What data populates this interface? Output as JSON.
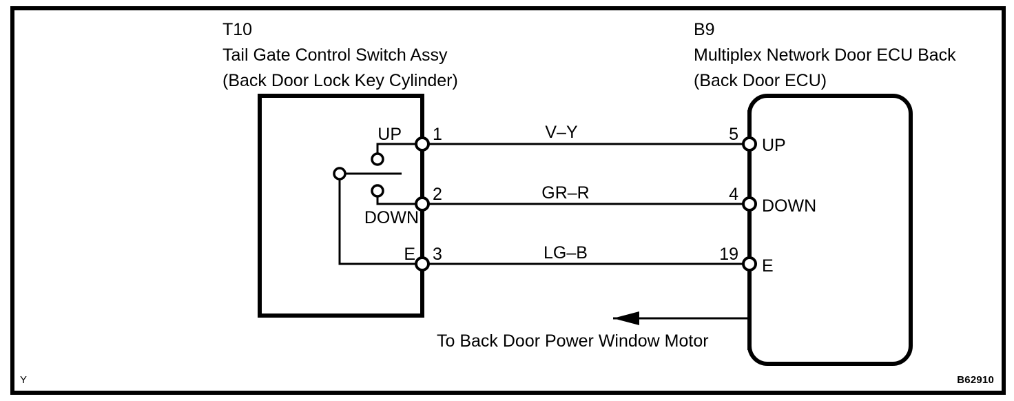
{
  "diagram": {
    "type": "automotive-wiring-diagram",
    "corner_mark": "Y",
    "reference_code": "B62910",
    "note": "To Back Door Power Window Motor"
  },
  "left_component": {
    "code": "T10",
    "name": "Tail Gate Control Switch Assy",
    "alt_name": "(Back Door Lock Key Cylinder)",
    "terminals": [
      {
        "pin": "1",
        "label": "UP"
      },
      {
        "pin": "2",
        "label": "DOWN"
      },
      {
        "pin": "3",
        "label": "E"
      }
    ]
  },
  "right_component": {
    "code": "B9",
    "name": "Multiplex Network Door ECU Back",
    "alt_name": "(Back Door ECU)",
    "terminals": [
      {
        "pin": "5",
        "label": "UP"
      },
      {
        "pin": "4",
        "label": "DOWN"
      },
      {
        "pin": "19",
        "label": "E"
      }
    ]
  },
  "wires": [
    {
      "color_code": "V–Y",
      "from_pin": "1",
      "to_pin": "5"
    },
    {
      "color_code": "GR–R",
      "from_pin": "2",
      "to_pin": "4"
    },
    {
      "color_code": "LG–B",
      "from_pin": "3",
      "to_pin": "19"
    }
  ],
  "colors": {
    "ink": "#000000",
    "paper": "#ffffff"
  }
}
